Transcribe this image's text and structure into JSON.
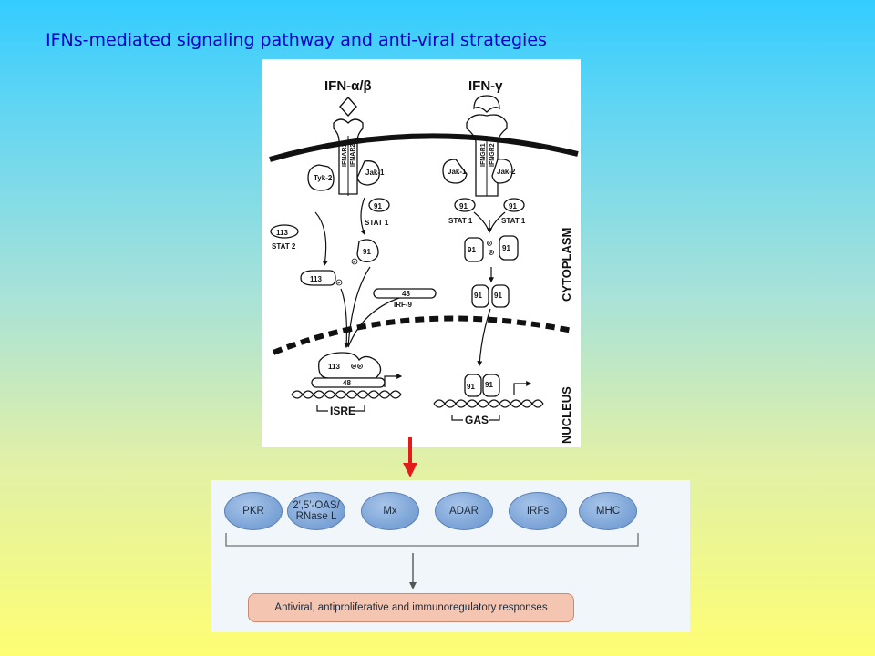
{
  "slide": {
    "title": "IFNs-mediated signaling pathway and anti-viral strategies"
  },
  "pathway": {
    "ligand_alpha_beta": "IFN-α/β",
    "ligand_gamma": "IFN-γ",
    "receptor_1": "IFNAR1",
    "receptor_2": "IFNAR2",
    "receptor_3": "IFNGR1",
    "receptor_4": "IFNGR2",
    "kinase_tyk2": "Tyk-2",
    "kinase_jak1": "Jak-1",
    "kinase_jak2": "Jak-2",
    "stat91": "91",
    "stat113": "113",
    "irf48": "48",
    "stat1_label": "STAT 1",
    "stat2_label": "STAT 2",
    "irf9_label": "IRF-9",
    "phospho": "P",
    "element_isre": "ISRE",
    "element_gas": "GAS",
    "compartment_cytoplasm": "CYTOPLASM",
    "compartment_nucleus": "NUCLEUS"
  },
  "responses": {
    "effectors": [
      "PKR",
      "2′,5′-OAS/\nRNase L",
      "Mx",
      "ADAR",
      "IRFs",
      "MHC"
    ],
    "outcome": "Antiviral, antiproliferative and immunoregulatory responses"
  },
  "colors": {
    "title": "#0000cc",
    "arrow": "#e41b1b",
    "effector_fill": "#7fa6d8",
    "outcome_fill": "#f4c5b0"
  }
}
